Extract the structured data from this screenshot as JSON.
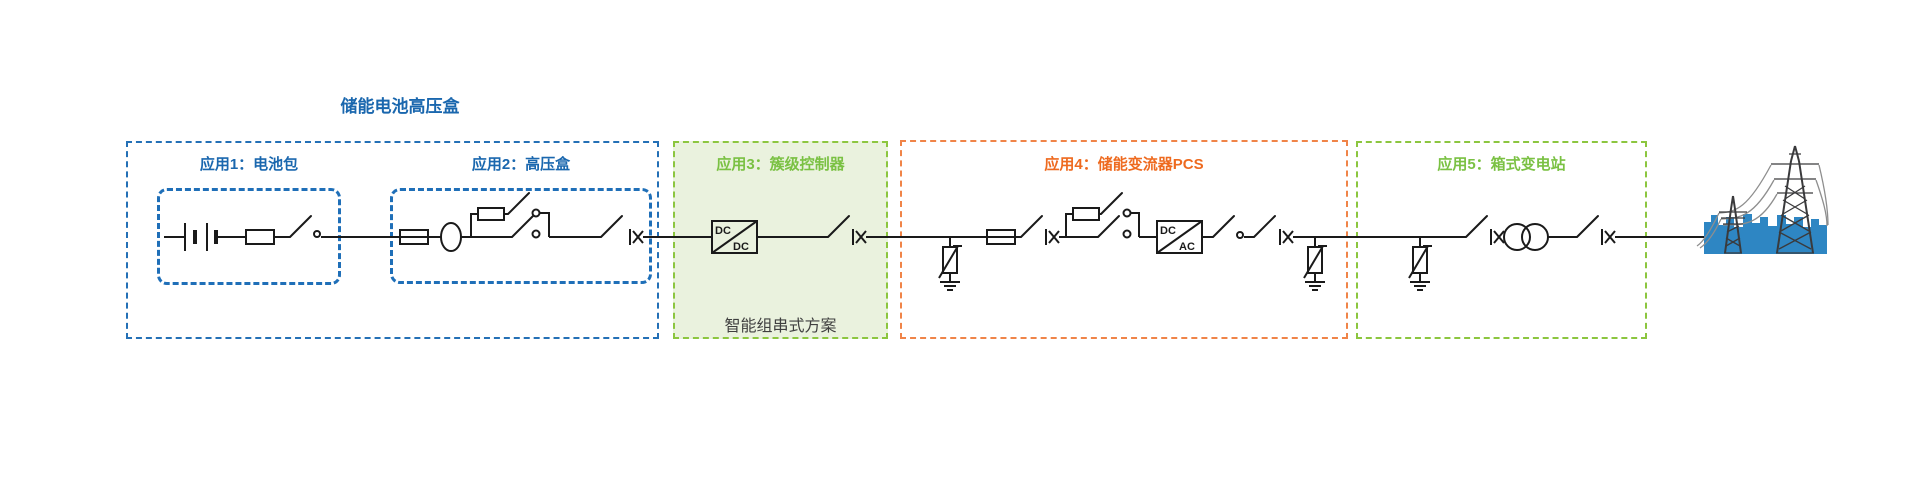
{
  "title": "储能电池高压盒",
  "sections": {
    "app1": {
      "label": "应用1：电池包"
    },
    "app2": {
      "label": "应用2：高压盒"
    },
    "app3": {
      "label": "应用3：簇级控制器"
    },
    "app4": {
      "label": "应用4：储能变流器PCS"
    },
    "app5": {
      "label": "应用5：箱式变电站"
    }
  },
  "solution_note": "智能组串式方案",
  "converters": {
    "dcdc": {
      "top": "DC",
      "bottom": "DC"
    },
    "dcac": {
      "top": "DC",
      "bottom": "AC"
    }
  },
  "colors": {
    "blue_accent": "#1A67AE",
    "blue_border": "#2470B6",
    "green_accent": "#7AC143",
    "green_border": "#8CC63F",
    "green_fill": "#EAF2DE",
    "orange_accent": "#EE6A1F",
    "orange_border": "#F08448",
    "circuit_line": "#1A1A1A",
    "note_gray": "#3F3F3F",
    "skyline_blue": "#2E86C3",
    "tower_gray": "#3A3A3C"
  },
  "icons": {
    "battery-icon": "two-cell battery plates",
    "fuse-icon": "rectangle with line through",
    "disconnect-switch-icon": "open blade switch",
    "current-sensor-icon": "ellipse on line",
    "precharge-resistor-icon": "empty rectangle",
    "contactor-icon": "two hook terminals with bracket",
    "connector-icon": "bar with bowtie X",
    "dc-dc-converter-icon": "box with diagonal, DC/DC",
    "dc-ac-converter-icon": "box with diagonal, DC/AC",
    "surge-arrester-icon": "varistor box with arrow to ground",
    "ground-icon": "three shrinking bars",
    "transformer-icon": "two overlapping circles",
    "power-grid-illustration": "blue city skyline with transmission towers"
  }
}
